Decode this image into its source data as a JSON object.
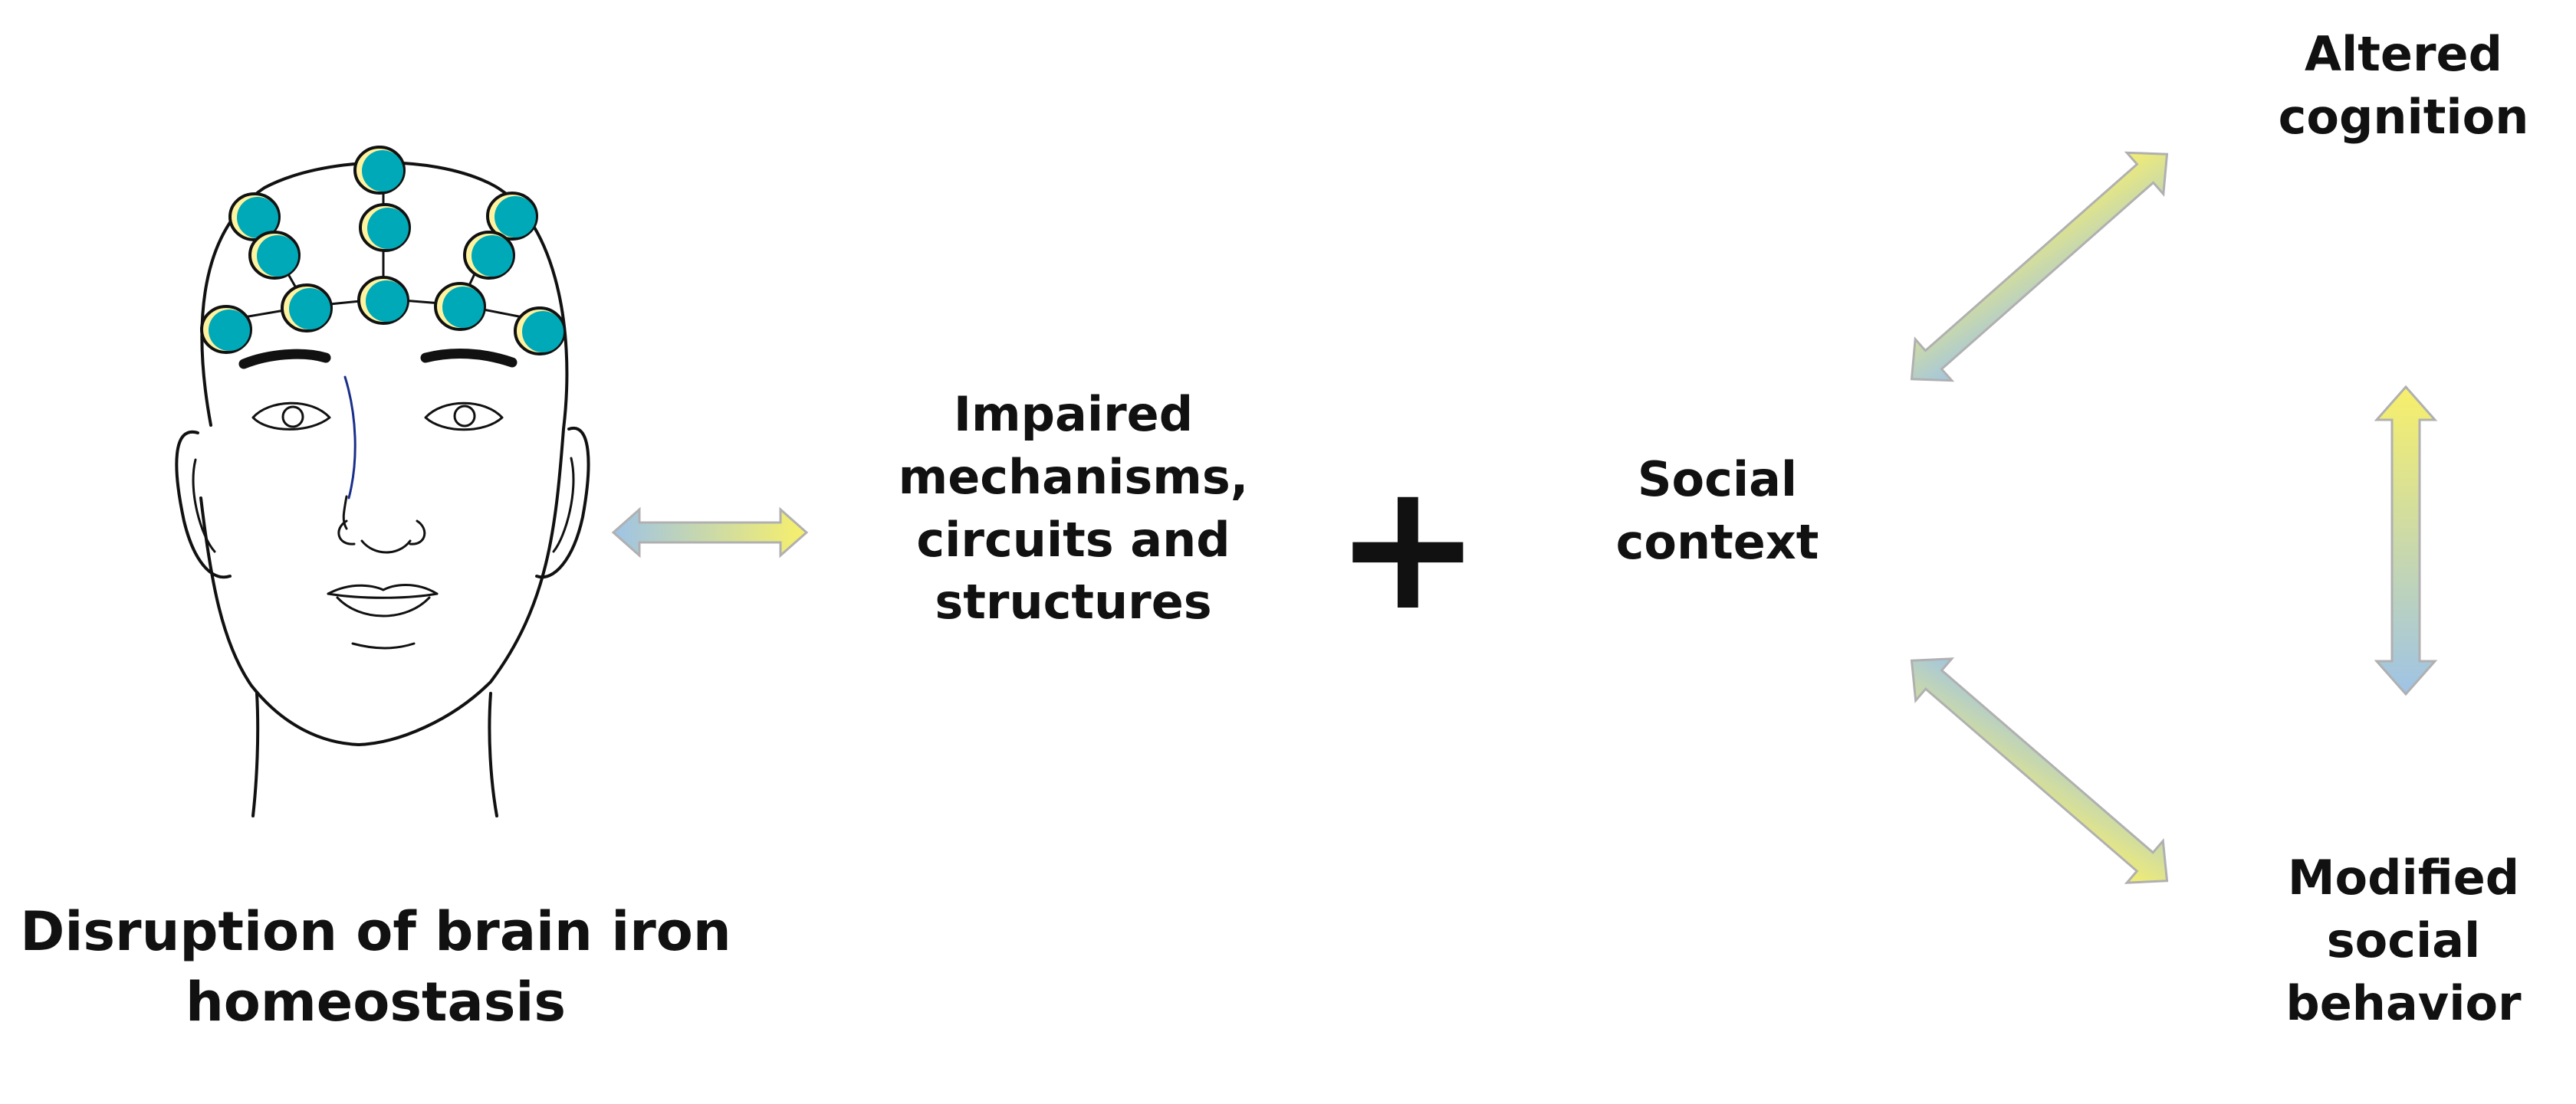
{
  "labels": {
    "disruption": "Disruption of brain iron\nhomeostasis",
    "impaired": "Impaired\nmechanisms,\ncircuits and\nstructures",
    "plus": "+",
    "social_context": "Social\ncontext",
    "altered_cognition": "Altered\ncognition",
    "modified_behavior": "Modified\nsocial\nbehavior"
  },
  "colors": {
    "arrow_blue": "#9ec3e6",
    "arrow_yellow": "#f8f06a",
    "arrow_outline": "#b0b0b0",
    "electrode_teal": "#00a9b8",
    "electrode_yellow": "#fff3a0",
    "line": "#111111",
    "nose_line": "#1a2f8a"
  },
  "icons": [
    "head-with-eeg-electrodes-icon"
  ]
}
